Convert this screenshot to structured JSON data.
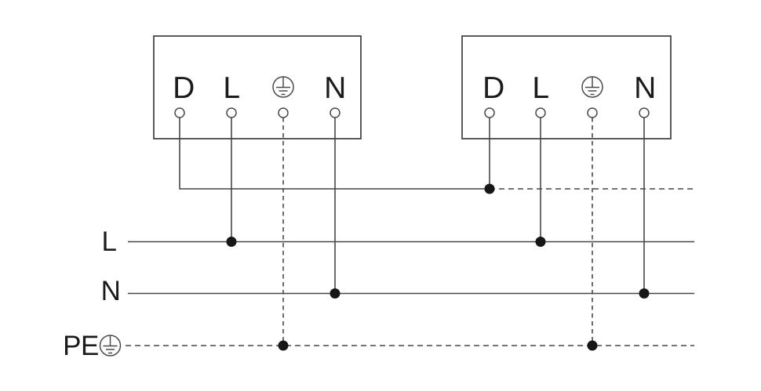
{
  "diagram": {
    "device1": {
      "terminal_d": "D",
      "terminal_l": "L",
      "terminal_n": "N",
      "earth_icon": "protective-earth-icon"
    },
    "device2": {
      "terminal_d": "D",
      "terminal_l": "L",
      "terminal_n": "N",
      "earth_icon": "protective-earth-icon"
    },
    "buses": {
      "line_label": "L",
      "neutral_label": "N",
      "pe_label": "PE",
      "pe_icon": "protective-earth-icon"
    },
    "colors": {
      "background": "#ffffff",
      "wire": "#474747",
      "text": "#1b1b1b",
      "junction_dot": "#161616"
    }
  }
}
